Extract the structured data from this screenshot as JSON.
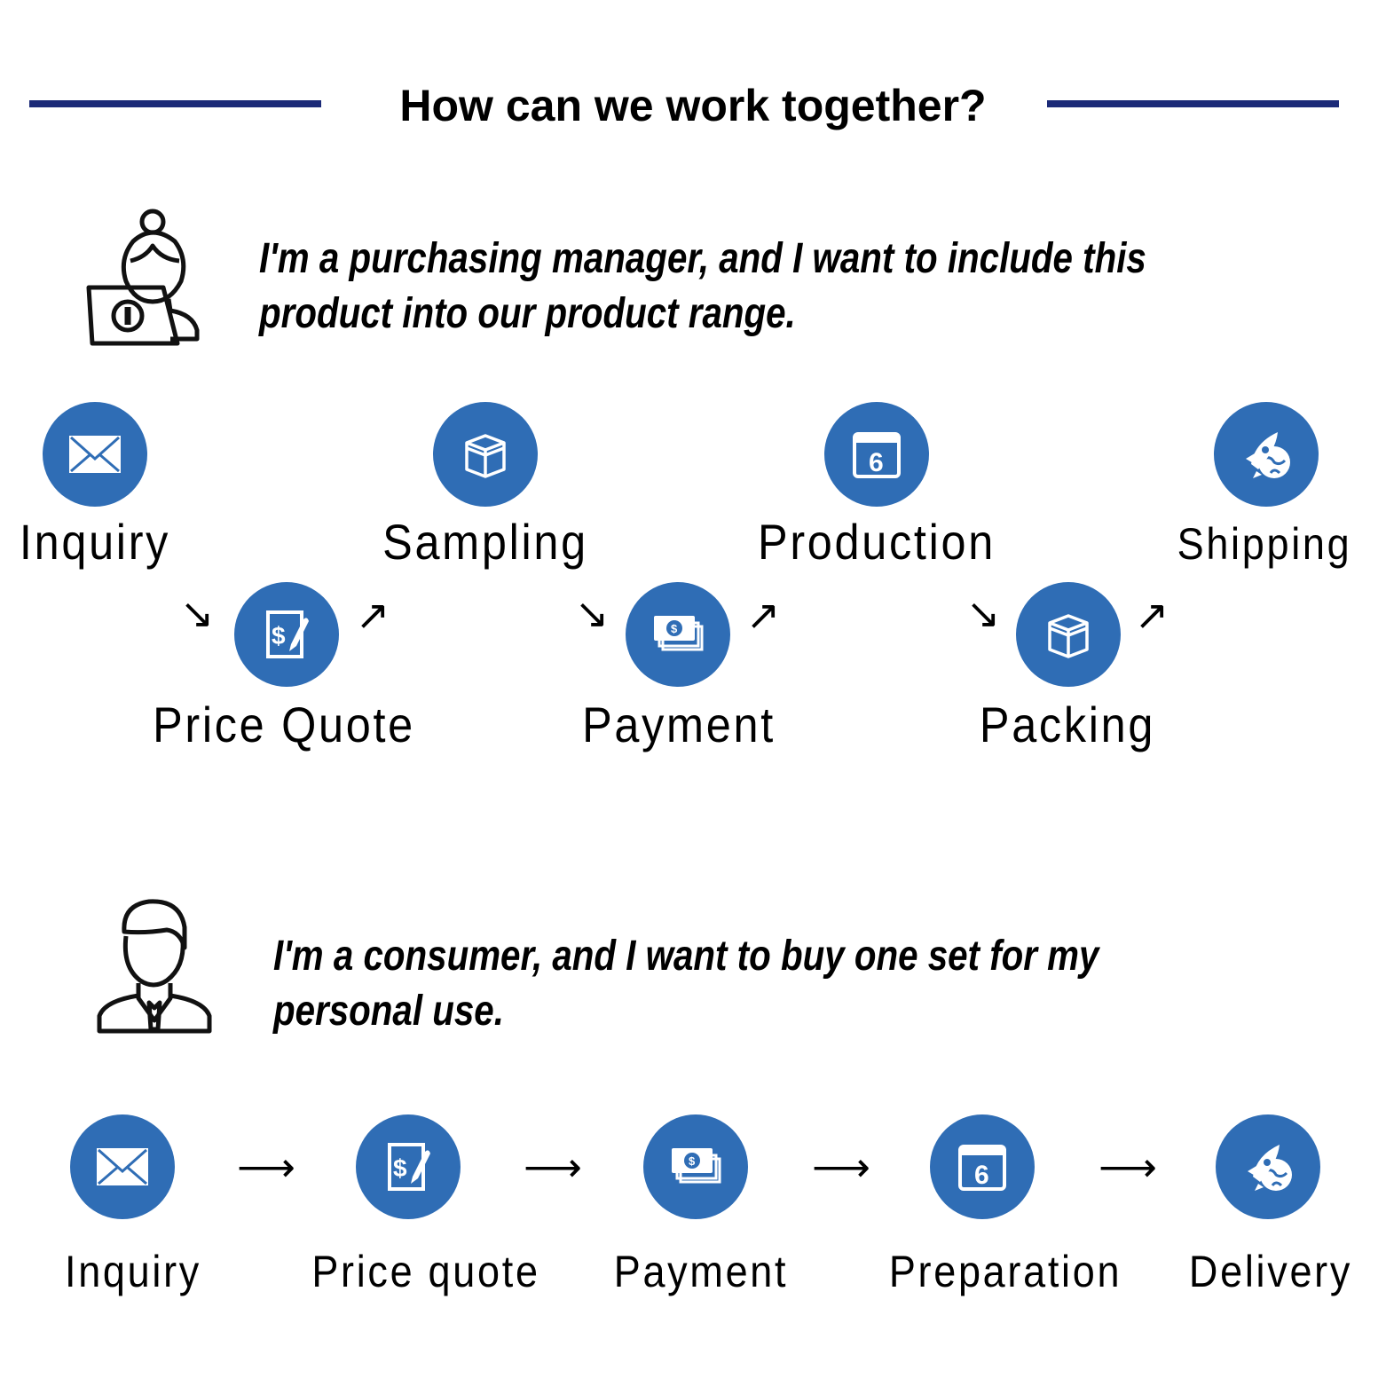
{
  "header": {
    "title": "How can we work together?"
  },
  "colors": {
    "accent": "#2f6db5",
    "rule": "#1b2a78"
  },
  "business": {
    "persona_icon": "businesswoman-laptop-icon",
    "quote_lines": [
      "I'm a purchasing manager, and I want to include this",
      "product into our product range."
    ],
    "steps": [
      {
        "label": "Inquiry",
        "icon": "envelope-icon"
      },
      {
        "label": "Price Quote",
        "icon": "price-quote-icon"
      },
      {
        "label": "Sampling",
        "icon": "box-icon"
      },
      {
        "label": "Payment",
        "icon": "money-icon"
      },
      {
        "label": "Production",
        "icon": "calendar-icon"
      },
      {
        "label": "Packing",
        "icon": "box-icon"
      },
      {
        "label": "Shipping",
        "icon": "rocket-globe-icon"
      }
    ]
  },
  "consumer": {
    "persona_icon": "businessman-icon",
    "quote_lines": [
      "I'm a consumer, and I want to buy one set for my",
      "personal use."
    ],
    "steps": [
      {
        "label": "Inquiry",
        "icon": "envelope-icon"
      },
      {
        "label": "Price quote",
        "icon": "price-quote-icon"
      },
      {
        "label": "Payment",
        "icon": "money-icon"
      },
      {
        "label": "Preparation",
        "icon": "calendar-icon"
      },
      {
        "label": "Delivery",
        "icon": "rocket-globe-icon"
      }
    ]
  },
  "calendar_day": "6"
}
